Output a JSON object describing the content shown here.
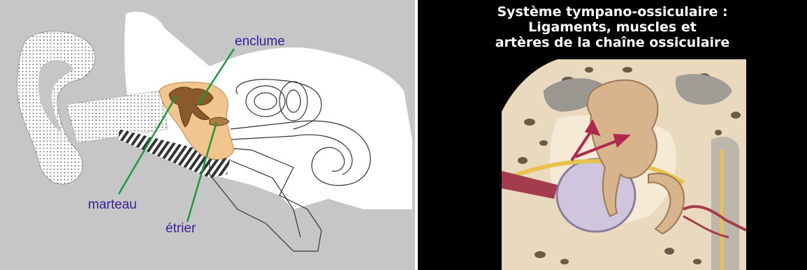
{
  "left_diagram": {
    "labels": {
      "enclume": "enclume",
      "marteau": "marteau",
      "etrier": "étrier"
    },
    "label_color": "#3a1e9c",
    "pointer_color": "#1a9a3a",
    "background": "#c6c6c6",
    "ossicles_color": "#f2c48e"
  },
  "right_illustration": {
    "title_lines": [
      "Système tympano-ossiculaire :",
      "Ligaments, muscles et",
      "artères de la chaîne ossiculaire"
    ],
    "title_color": "#ffffff",
    "background": "#000000"
  }
}
